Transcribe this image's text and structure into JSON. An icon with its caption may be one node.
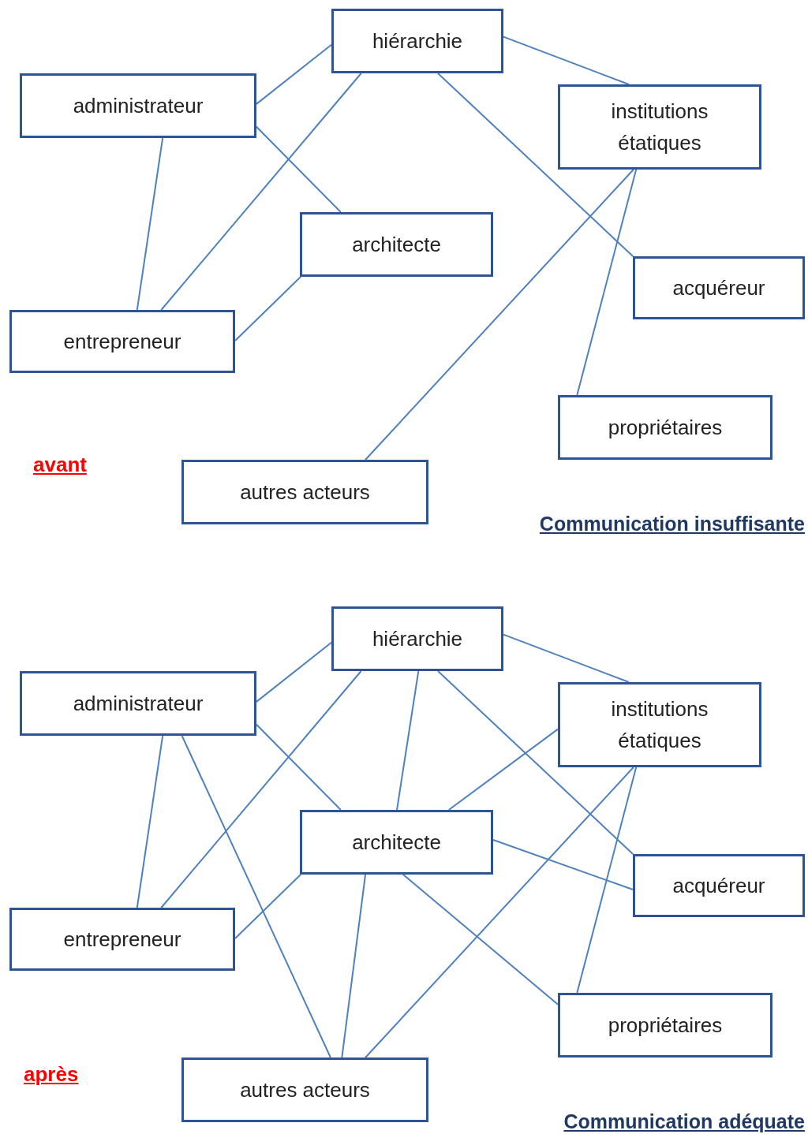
{
  "diagram": {
    "nodes": [
      {
        "text": [
          "hiérarchie"
        ]
      },
      {
        "text": [
          "administrateur"
        ]
      },
      {
        "text": [
          "institutions étatiques"
        ]
      },
      {
        "text": [
          "architecte"
        ]
      },
      {
        "text": [
          "acquéreur"
        ]
      },
      {
        "text": [
          "entrepreneur"
        ]
      },
      {
        "text": [
          "propriétaires"
        ]
      },
      {
        "text": [
          "autres acteurs"
        ]
      },
      {
        "text": [
          "hiérarchie"
        ]
      },
      {
        "text": [
          "administrateur"
        ]
      },
      {
        "text": [
          "institutions étatiques"
        ]
      },
      {
        "text": [
          "architecte"
        ]
      },
      {
        "text": [
          "acquéreur"
        ]
      },
      {
        "text": [
          "entrepreneur"
        ]
      },
      {
        "text": [
          "propriétaires"
        ]
      },
      {
        "text": [
          "autres acteurs"
        ]
      }
    ],
    "edges": [
      {
        "from": 1,
        "to": 0,
        "arrow": "none"
      },
      {
        "from": 0,
        "to": 2,
        "arrow": "none"
      },
      {
        "from": 1,
        "to": 3,
        "arrow": "none"
      },
      {
        "from": 1,
        "to": 5,
        "arrow": "none"
      },
      {
        "from": 0,
        "to": 5,
        "arrow": "none"
      },
      {
        "from": 0,
        "to": 4,
        "arrow": "none"
      },
      {
        "from": 3,
        "to": 5,
        "arrow": "none"
      },
      {
        "from": 2,
        "to": 7,
        "arrow": "none"
      },
      {
        "from": 2,
        "to": 6,
        "arrow": "none"
      },
      {
        "from": 9,
        "to": 8,
        "arrow": "none"
      },
      {
        "from": 8,
        "to": 10,
        "arrow": "none"
      },
      {
        "from": 9,
        "to": 11,
        "arrow": "none"
      },
      {
        "from": 9,
        "to": 13,
        "arrow": "none"
      },
      {
        "from": 8,
        "to": 13,
        "arrow": "none"
      },
      {
        "from": 8,
        "to": 12,
        "arrow": "none"
      },
      {
        "from": 11,
        "to": 13,
        "arrow": "none"
      },
      {
        "from": 10,
        "to": 15,
        "arrow": "none"
      },
      {
        "from": 10,
        "to": 14,
        "arrow": "none"
      },
      {
        "from": 8,
        "to": 11,
        "arrow": "none"
      },
      {
        "from": 11,
        "to": 10,
        "arrow": "none"
      },
      {
        "from": 11,
        "to": 12,
        "arrow": "none"
      },
      {
        "from": 11,
        "to": 14,
        "arrow": "none"
      },
      {
        "from": 11,
        "to": 15,
        "arrow": "none"
      },
      {
        "from": 9,
        "to": 15,
        "arrow": "none"
      }
    ],
    "labels": [
      "avant",
      "Communication insuffisante",
      "après",
      "Communication adéquate"
    ]
  }
}
